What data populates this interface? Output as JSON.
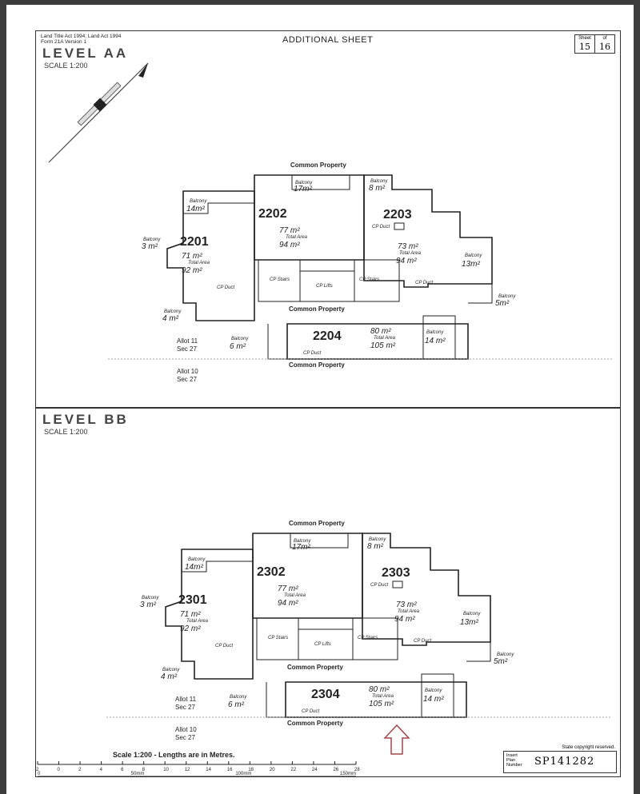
{
  "header": {
    "act_line1": "Land Title Act 1994; Land Act 1994",
    "act_line2": "Form 21A Version 1",
    "title": "ADDITIONAL SHEET",
    "sheet_label": "Sheet",
    "sheet_number": "15",
    "of_label": "of",
    "total_sheets": "16"
  },
  "north_arrow": {
    "label": "N"
  },
  "levels": [
    {
      "name": "LEVEL AA",
      "scale": "SCALE 1:200",
      "common_property_label": "Common Property",
      "lots": [
        {
          "id": "2201",
          "area": "71 m²",
          "total_label": "Total Area",
          "total": "92 m²"
        },
        {
          "id": "2202",
          "area": "77 m²",
          "total_label": "Total Area",
          "total": "94 m²"
        },
        {
          "id": "2203",
          "area": "73 m²",
          "total_label": "Total Area",
          "total": "94 m²"
        },
        {
          "id": "2204",
          "area": "80 m²",
          "total_label": "Total Area",
          "total": "105 m²"
        }
      ],
      "balconies": [
        {
          "label": "Balcony",
          "area": "14m²"
        },
        {
          "label": "Balcony",
          "area": "17m²"
        },
        {
          "label": "Balcony",
          "area": "8 m²"
        },
        {
          "label": "Balcony",
          "area": "3 m²"
        },
        {
          "label": "Balcony",
          "area": "13m²"
        },
        {
          "label": "Balcony",
          "area": "5m²"
        },
        {
          "label": "Balcony",
          "area": "4 m²"
        },
        {
          "label": "Balcony",
          "area": "6 m²"
        },
        {
          "label": "Balcony",
          "area": "14 m²"
        }
      ],
      "cp_labels": {
        "stairs": "CP Stairs",
        "lifts": "CP Lifts",
        "duct": "CP Duct"
      },
      "allot_upper": [
        "Allot 11",
        "Sec 27"
      ],
      "allot_lower": [
        "Allot 10",
        "Sec 27"
      ]
    },
    {
      "name": "LEVEL BB",
      "scale": "SCALE 1:200",
      "common_property_label": "Common Property",
      "lots": [
        {
          "id": "2301",
          "area": "71 m²",
          "total_label": "Total Area",
          "total": "92 m²"
        },
        {
          "id": "2302",
          "area": "77 m²",
          "total_label": "Total Area",
          "total": "94 m²"
        },
        {
          "id": "2303",
          "area": "73 m²",
          "total_label": "Total Area",
          "total": "94 m²"
        },
        {
          "id": "2304",
          "area": "80 m²",
          "total_label": "Total Area",
          "total": "105 m²"
        }
      ],
      "balconies": [
        {
          "label": "Balcony",
          "area": "14m²"
        },
        {
          "label": "Balcony",
          "area": "17m²"
        },
        {
          "label": "Balcony",
          "area": "8 m²"
        },
        {
          "label": "Balcony",
          "area": "3 m²"
        },
        {
          "label": "Balcony",
          "area": "13m²"
        },
        {
          "label": "Balcony",
          "area": "5m²"
        },
        {
          "label": "Balcony",
          "area": "4 m²"
        },
        {
          "label": "Balcony",
          "area": "6 m²"
        },
        {
          "label": "Balcony",
          "area": "14 m²"
        }
      ],
      "cp_labels": {
        "stairs": "CP Stairs",
        "lifts": "CP Lifts",
        "duct": "CP Duct"
      },
      "allot_upper": [
        "Allot 11",
        "Sec 27"
      ],
      "allot_lower": [
        "Allot 10",
        "Sec 27"
      ]
    }
  ],
  "scale_bar": {
    "title": "Scale 1:200 - Lengths are in Metres.",
    "metre_ticks": [
      "2",
      "0",
      "2",
      "4",
      "6",
      "8",
      "10",
      "12",
      "14",
      "16",
      "18",
      "20",
      "22",
      "24",
      "26",
      "28"
    ],
    "mm_ticks": [
      "0",
      "50mm",
      "100mm",
      "150mm"
    ]
  },
  "footer": {
    "copyright": "State copyright reserved.",
    "plan_label_1": "Insert",
    "plan_label_2": "Plan",
    "plan_label_3": "Number",
    "plan_number": "SP141282"
  },
  "annotation": {
    "arrow_color": "#a0474f"
  }
}
